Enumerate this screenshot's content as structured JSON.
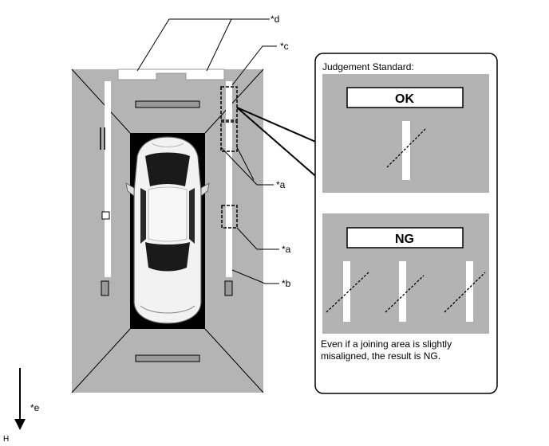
{
  "callouts": {
    "a": "*a",
    "b": "*b",
    "c": "*c",
    "d": "*d",
    "e": "*e"
  },
  "corner_code": "H",
  "panel": {
    "title": "Judgement Standard:",
    "ok_label": "OK",
    "ng_label": "NG",
    "note_line1": "Even if a joining area is slightly",
    "note_line2": "misaligned, the result is NG."
  },
  "colors": {
    "floor": "#b4b4b4",
    "pit": "#000000",
    "tape": "#ffffff",
    "panel_bg": "#b3b3b3"
  }
}
